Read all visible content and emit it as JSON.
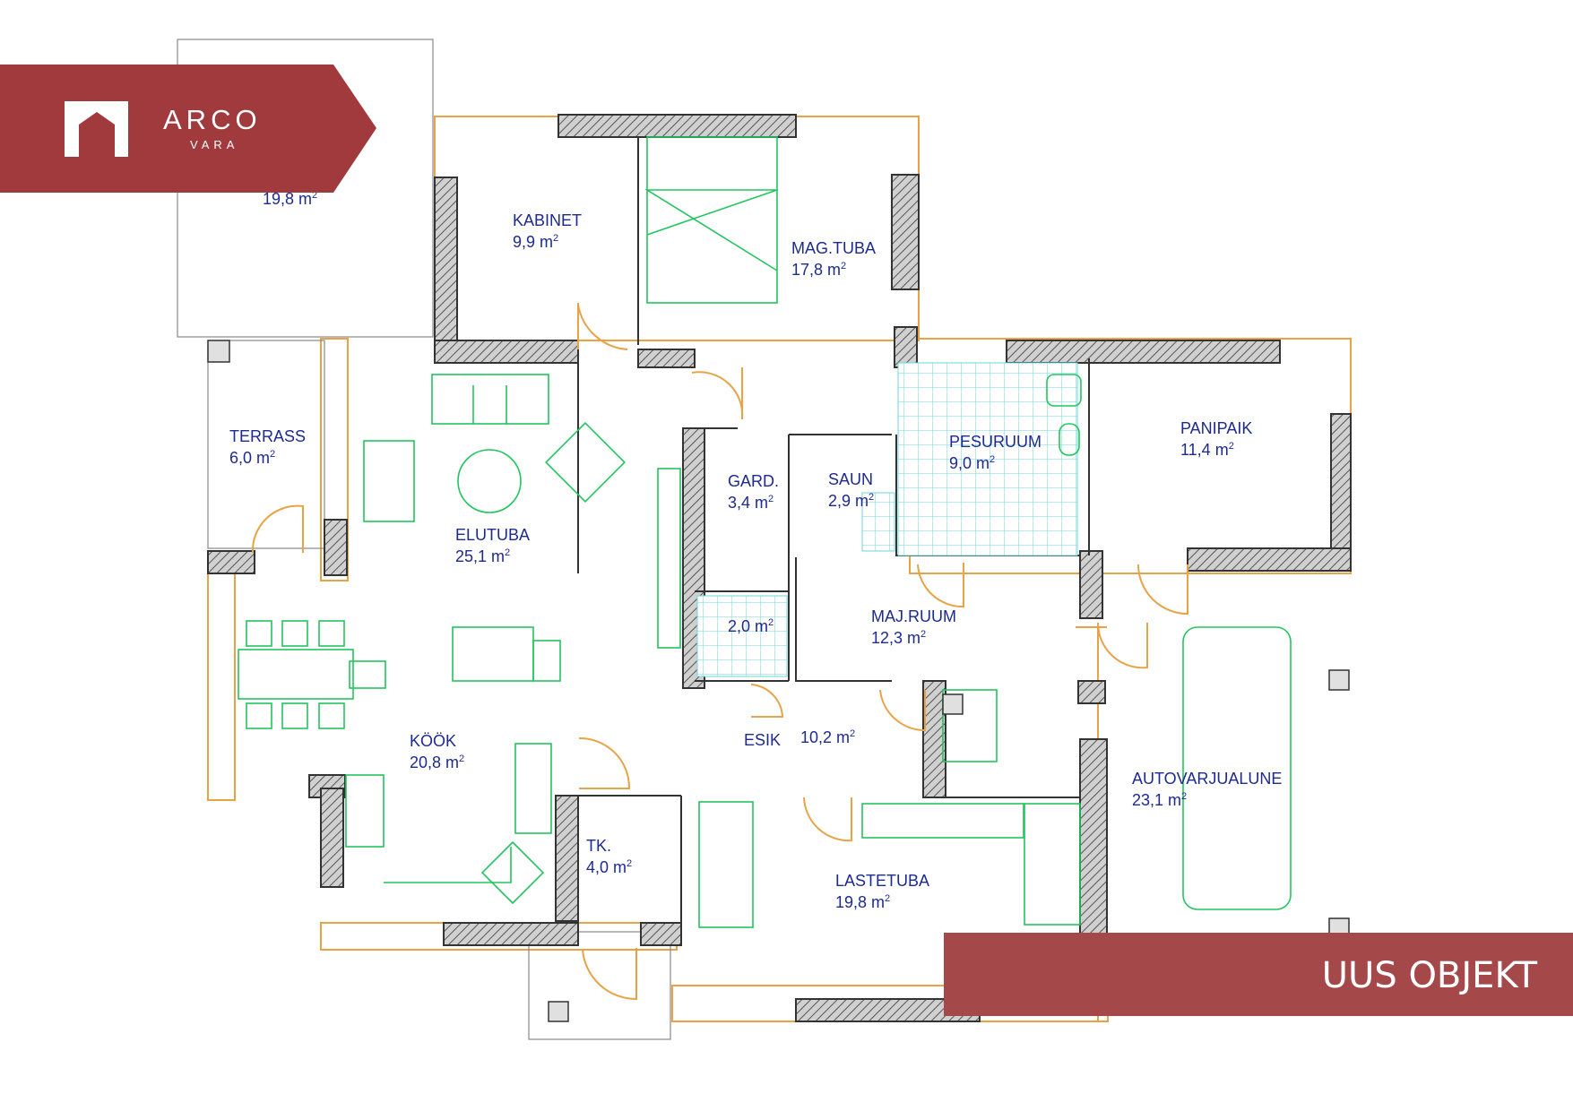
{
  "brand": {
    "name": "ARCO",
    "sub": "VARA",
    "color": "#a03a3d"
  },
  "badge": {
    "text": "UUS OBJEKT",
    "color": "#a5484a"
  },
  "colors": {
    "wall_fill": "#b8b8b8",
    "wall_line": "#333333",
    "window": "#e8a347",
    "furniture": "#22c55e",
    "tile": "#5fd0d0",
    "label": "#1d2a8f"
  },
  "rooms": [
    {
      "id": "kabinet",
      "name": "KABINET",
      "area": "9,9 m",
      "unit_sup": "2"
    },
    {
      "id": "magtuba",
      "name": "MAG.TUBA",
      "area": "17,8 m",
      "unit_sup": "2"
    },
    {
      "id": "terrass",
      "name": "TERRASS",
      "area": "6,0 m",
      "unit_sup": "2"
    },
    {
      "id": "top-area",
      "name": "",
      "area": "19,8 m",
      "unit_sup": "2"
    },
    {
      "id": "elutuba",
      "name": "ELUTUBA",
      "area": "25,1 m",
      "unit_sup": "2"
    },
    {
      "id": "gard",
      "name": "GARD.",
      "area": "3,4 m",
      "unit_sup": "2"
    },
    {
      "id": "saun",
      "name": "SAUN",
      "area": "2,9 m",
      "unit_sup": "2"
    },
    {
      "id": "pesuruum",
      "name": "PESURUUM",
      "area": "9,0 m",
      "unit_sup": "2"
    },
    {
      "id": "panipaik",
      "name": "PANIPAIK",
      "area": "11,4 m",
      "unit_sup": "2"
    },
    {
      "id": "wc",
      "name": "",
      "area": "2,0 m",
      "unit_sup": "2"
    },
    {
      "id": "majruum",
      "name": "MAJ.RUUM",
      "area": "12,3 m",
      "unit_sup": "2"
    },
    {
      "id": "kook",
      "name": "KÖÖK",
      "area": "20,8 m",
      "unit_sup": "2"
    },
    {
      "id": "esik",
      "name": "ESIK",
      "area": "10,2 m",
      "unit_sup": "2"
    },
    {
      "id": "tk",
      "name": "TK.",
      "area": "4,0 m",
      "unit_sup": "2"
    },
    {
      "id": "lastetuba",
      "name": "LASTETUBA",
      "area": "19,8 m",
      "unit_sup": "2"
    },
    {
      "id": "autovarjualune",
      "name": "AUTOVARJUALUNE",
      "area": "23,1 m",
      "unit_sup": "2"
    }
  ]
}
